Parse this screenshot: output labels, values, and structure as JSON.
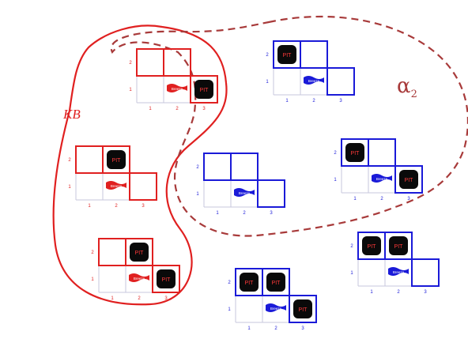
{
  "colors": {
    "kb": "#e02020",
    "alpha": "#a83a3a",
    "model": "#1a1ad8",
    "pit_fill": "#0a0a0a",
    "pit_text": "#ff3a3a",
    "breeze_text": "#ffffff",
    "light_line": "#c7c7dc"
  },
  "kb_label": "KB",
  "alpha_label": "α",
  "alpha_subscript": "2",
  "pit_label": "PIT",
  "breeze_label": "Breeze",
  "row_labels": [
    "2",
    "1"
  ],
  "col_labels": [
    "1",
    "2",
    "3"
  ],
  "models": [
    {
      "name": "model-kb-top",
      "group": "kb",
      "pits": {
        "1,3": true
      }
    },
    {
      "name": "model-kb-middle",
      "group": "kb",
      "pits": {
        "2,2": true
      }
    },
    {
      "name": "model-kb-bottom",
      "group": "kb",
      "pits": {
        "2,2": true,
        "1,3": true
      }
    },
    {
      "name": "model-alpha-top",
      "group": "model",
      "pits": {
        "2,1": true
      }
    },
    {
      "name": "model-alpha-center",
      "group": "model",
      "pits": {}
    },
    {
      "name": "model-alpha-right",
      "group": "model",
      "pits": {
        "2,1": true,
        "1,3": true
      }
    },
    {
      "name": "model-outside-bottom-right",
      "group": "model",
      "pits": {
        "2,1": true,
        "2,2": true
      }
    },
    {
      "name": "model-outside-bottom-center",
      "group": "model",
      "pits": {
        "2,1": true,
        "2,2": true,
        "1,3": true
      }
    }
  ]
}
